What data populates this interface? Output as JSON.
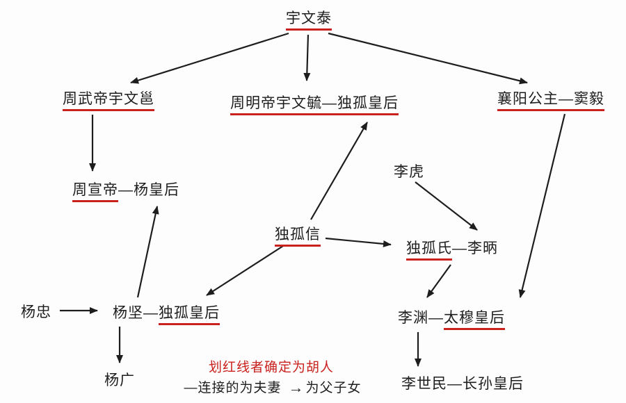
{
  "diagram": {
    "nodes": {
      "yuwentai": {
        "text": "宇文泰"
      },
      "zhouwudi": {
        "text": "周武帝宇文邕"
      },
      "zhoumingdi": {
        "text": "周明帝宇文毓—独孤皇后"
      },
      "xiangyang": {
        "text": "襄阳公主—窦毅"
      },
      "zhouxuandi": {
        "part_hu": "周宣帝",
        "part_rest": "—杨皇后"
      },
      "lihu": {
        "text": "李虎"
      },
      "duguxin": {
        "text": "独孤信"
      },
      "dugushi": {
        "part_hu": "独孤氏",
        "part_rest": "—李昞"
      },
      "yangzhong": {
        "text": "杨忠"
      },
      "yangjian": {
        "part_first": "杨坚—",
        "part_hu": "独孤皇后"
      },
      "liyuan": {
        "part_first": "李渊—",
        "part_hu": "太穆皇后"
      },
      "yangguang": {
        "text": "杨广"
      },
      "lishimin": {
        "text": "李世民—长孙皇后"
      }
    },
    "legend": {
      "red_note": "划红线者确定为胡人",
      "couple_label": "—连接的为夫妻",
      "arrow_glyph": "→",
      "parent_label": "为父子女"
    },
    "colors": {
      "underline_red": "#c9211e",
      "legend_red": "#c9211e",
      "text": "#1d1d1d",
      "arrow": "#1d1d1d",
      "background": "#fdfdfd"
    }
  }
}
